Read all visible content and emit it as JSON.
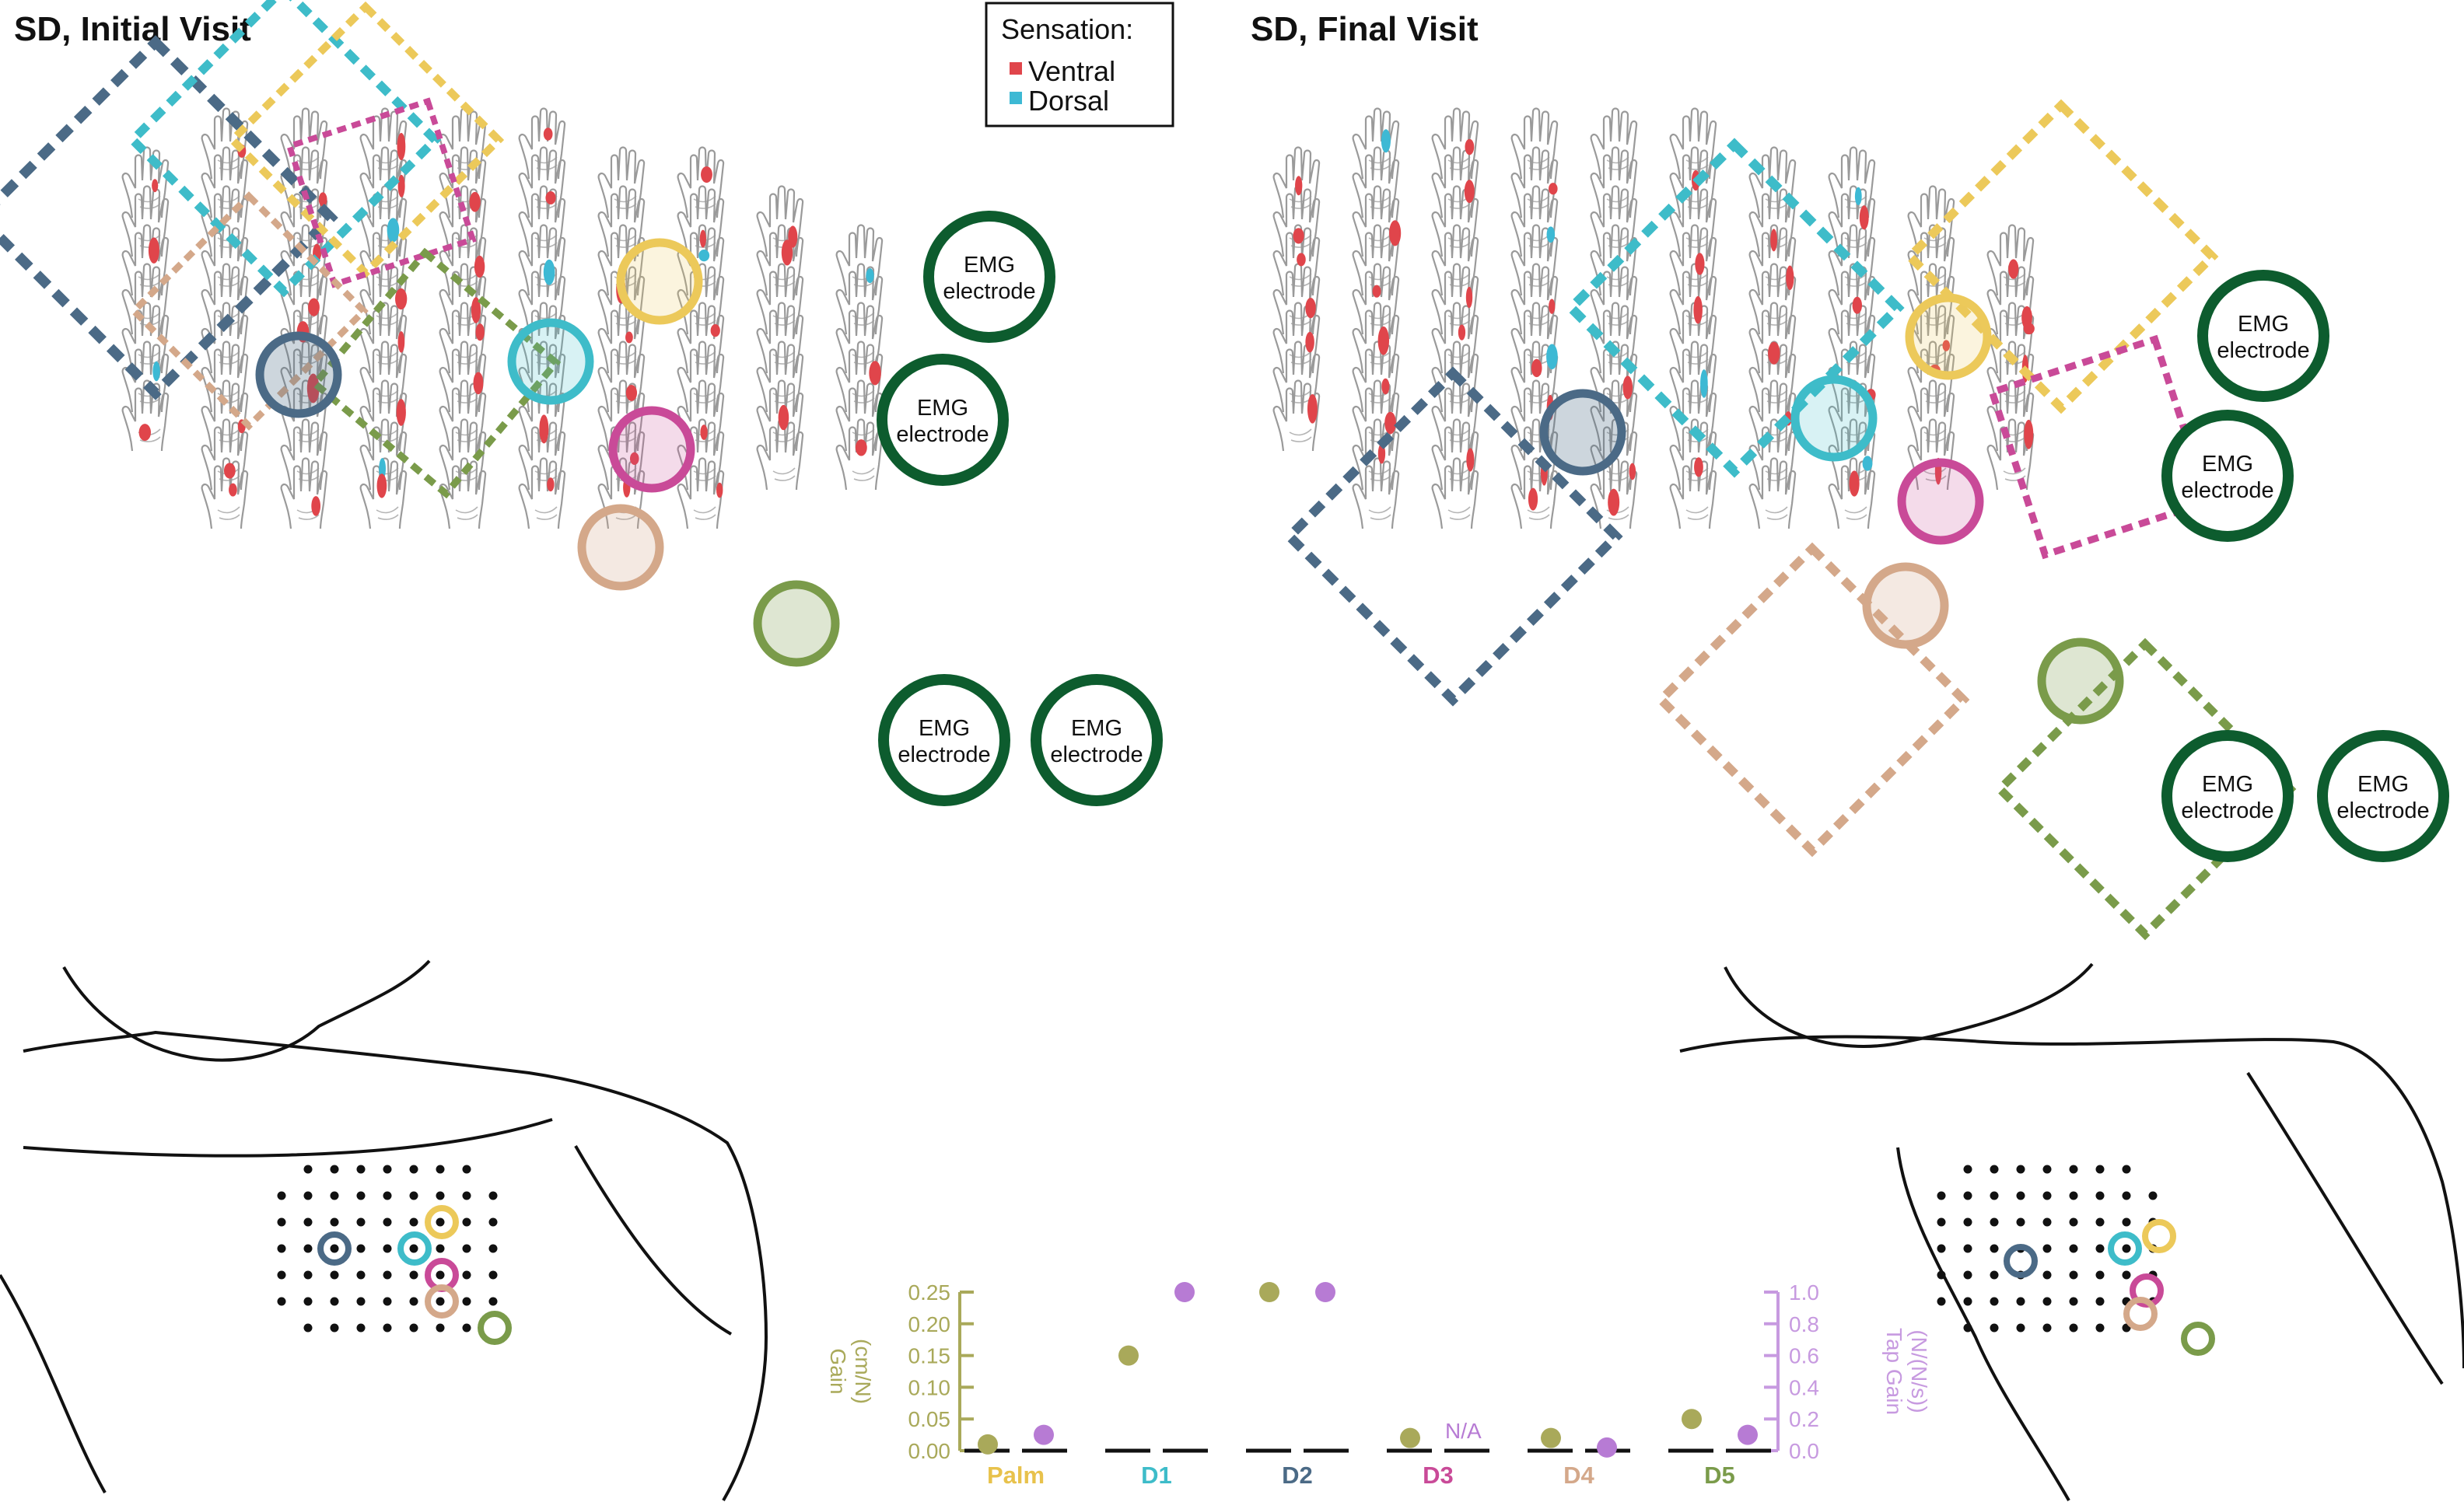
{
  "panels": {
    "left": {
      "title": "SD, Initial Visit"
    },
    "right": {
      "title": "SD, Final Visit"
    }
  },
  "legend": {
    "title": "Sensation:",
    "items": [
      {
        "label": "Ventral",
        "color": "#e0454b"
      },
      {
        "label": "Dorsal",
        "color": "#3db9d4"
      }
    ]
  },
  "emg_label_line1": "EMG",
  "emg_label_line2": "electrode",
  "site_colors": {
    "palm": "#ecc95a",
    "d1": "#3ebcc9",
    "d2": "#4b6a86",
    "d3": "#c94a98",
    "d4": "#d4a88a",
    "d5": "#7a9b4a",
    "emg": "#0d5c2e"
  },
  "chart_data": {
    "type": "scatter",
    "categories": [
      "Palm",
      "D1",
      "D2",
      "D3",
      "D4",
      "D5"
    ],
    "category_colors": [
      "#e8c24c",
      "#3ebcc9",
      "#4b6a86",
      "#c94a98",
      "#d4a88a",
      "#7a9b4a"
    ],
    "series": [
      {
        "name": "Gain",
        "axis": "left",
        "color": "#a9a95a",
        "values": [
          0.01,
          0.15,
          0.25,
          0.02,
          0.02,
          0.05
        ]
      },
      {
        "name": "Tap Gain",
        "axis": "right",
        "color": "#b77bd4",
        "values": [
          0.1,
          1.0,
          1.0,
          null,
          0.02,
          0.1
        ]
      }
    ],
    "left_axis": {
      "label_line1": "Gain",
      "label_line2": "(cm/N)",
      "ticks": [
        "0.00",
        "0.05",
        "0.10",
        "0.15",
        "0.20",
        "0.25"
      ],
      "ylim": [
        0,
        0.25
      ],
      "color": "#a9a95a"
    },
    "right_axis": {
      "label_line1": "Tap Gain",
      "label_line2": "(N/(N/s))",
      "ticks": [
        "0.0",
        "0.2",
        "0.4",
        "0.6",
        "0.8",
        "1.0"
      ],
      "ylim": [
        0,
        1.0
      ],
      "color": "#c79ae0"
    },
    "na_label": "N/A"
  }
}
